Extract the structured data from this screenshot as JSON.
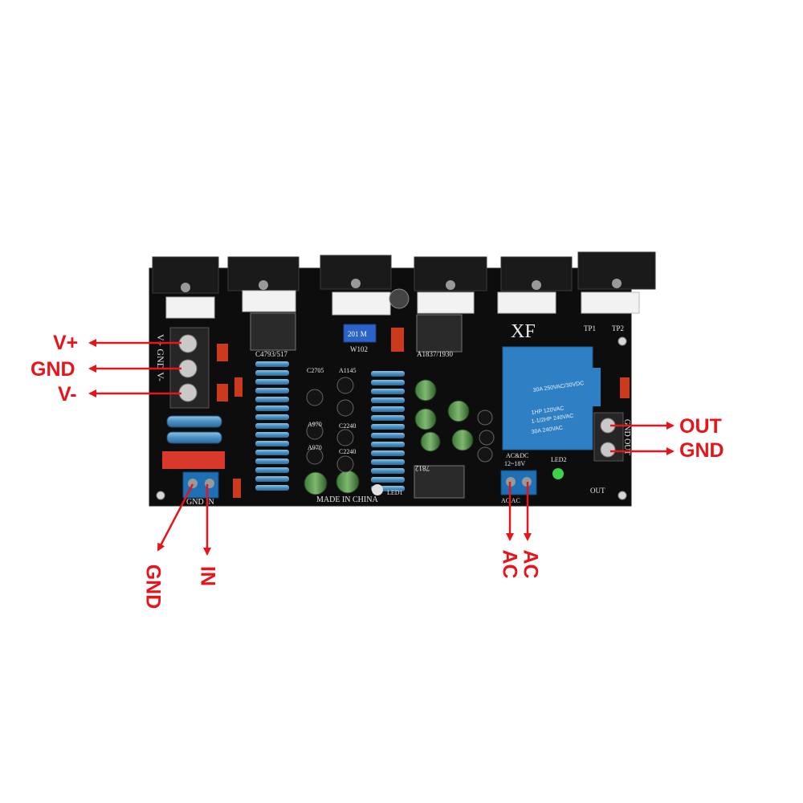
{
  "colors": {
    "arrow": "#e8141b",
    "pcb": "#0d0d0d",
    "terminal": "#1f6fb5",
    "relay": "#2f7fc4"
  },
  "labels": {
    "vplus": "V+",
    "gnd_left": "GND",
    "vminus": "V-",
    "out": "OUT",
    "gnd_right": "GND",
    "gnd_bottom": "GND",
    "in": "IN",
    "ac1": "AC",
    "ac2": "AC"
  },
  "silkscreen": {
    "brand": "XF",
    "power_terminal": "V+ GND V-",
    "input_terminal": "GND  IN",
    "output_terminal": "GND OUT",
    "ac_terminal_title": "AC&DC",
    "ac_terminal_range": "12~18V",
    "ac_terminal_pins": "AC   AC",
    "made_in": "MADE IN CHINA",
    "tp1": "TP1",
    "tp2": "TP2",
    "led1": "LED1",
    "led2": "LED2",
    "out_speaker": "OUT",
    "transistor_left": "C4793/517",
    "transistor_right": "A1837/1930",
    "trimmer": "W102",
    "q1": "C2705",
    "q2": "A1145",
    "q3": "A970",
    "q4": "C2240",
    "q5": "A970",
    "q6": "C2240",
    "regulator": "7812",
    "trimmer_value": "201 M"
  },
  "relay": {
    "line1": "30A  250VAC/30VDC",
    "line2": "1HP 120VAC",
    "line3": "1-1/2HP 240VAC",
    "line4": "30A 240VAC"
  }
}
